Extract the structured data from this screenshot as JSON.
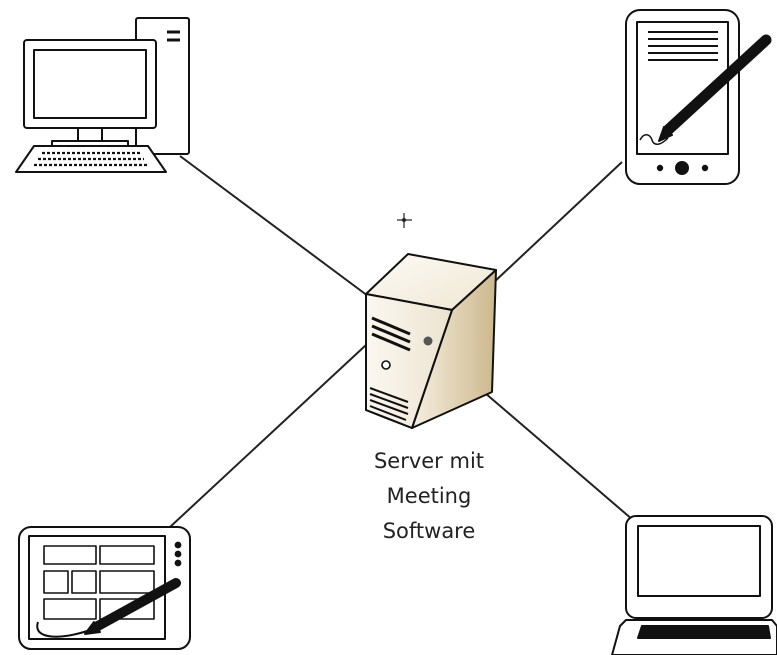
{
  "diagram": {
    "server": {
      "caption_lines": [
        "Server mit",
        "Meeting",
        "Software"
      ],
      "icon": "server-tower-icon"
    },
    "clients": [
      {
        "icon": "desktop-computer-icon"
      },
      {
        "icon": "pda-stylus-icon"
      },
      {
        "icon": "graphics-tablet-icon"
      },
      {
        "icon": "laptop-icon"
      }
    ],
    "colors": {
      "line": "#222222",
      "server_light": "#f4eee2",
      "server_dark": "#d8c7a0"
    }
  }
}
